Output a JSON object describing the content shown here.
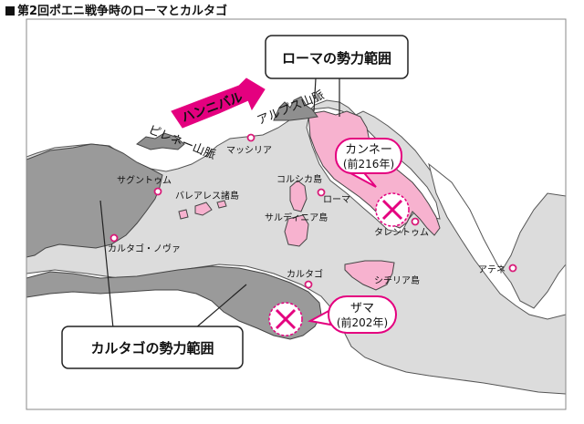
{
  "heading": "第2回ポエニ戦争時のローマとカルタゴ",
  "colors": {
    "land": "#ffffff",
    "sea": "#dcdcdc",
    "carthage": "#9a9a9a",
    "rome": "#f7b2cf",
    "accent": "#e4007f",
    "marker": "#d81a78",
    "arrow": "#e4007f",
    "mountain": "#8f8f8f"
  },
  "legend": {
    "rome": "ローマの勢力範囲",
    "carthage": "カルタゴの勢力範囲"
  },
  "routes": {
    "hannibal": "ハンニバル"
  },
  "mountains": {
    "alps": "アルプス山脈",
    "pyrenees": "ピレネー山脈"
  },
  "cities": {
    "saguntum": "サグントゥム",
    "carthago_nova": "カルタゴ・ノヴァ",
    "massilia": "マッシリア",
    "corsica": "コルシカ島",
    "rome": "ローマ",
    "sardinia": "サルディニア島",
    "tarentum": "タレントゥム",
    "sicily": "シチリア島",
    "carthage": "カルタゴ",
    "athens": "アテネ",
    "balearic": "バレアレス諸島"
  },
  "battles": {
    "cannae": {
      "name": "カンネー",
      "year": "(前216年)"
    },
    "zama": {
      "name": "ザマ",
      "year": "(前202年)"
    }
  },
  "icons": [
    "crossed-swords-icon",
    "city-marker-icon",
    "route-arrow-icon",
    "mountain-icon"
  ]
}
